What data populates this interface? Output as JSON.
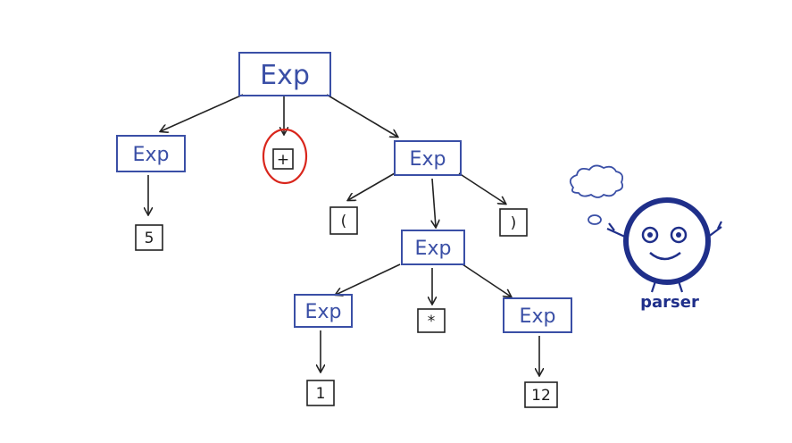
{
  "tree": {
    "nonterminal_label": "Exp",
    "tokens": {
      "five": "5",
      "plus": "+",
      "lparen": "(",
      "rparen": ")",
      "star": "*",
      "one": "1",
      "twelve": "12"
    }
  },
  "mascot": {
    "label": "parser",
    "icon": "happy-face-icon"
  },
  "colors": {
    "nonterminal": "#3a4fa6",
    "token_box": "#222222",
    "arrow": "#222222",
    "highlight_circle": "#d9261c",
    "mascot": "#1f2f8a",
    "cloud": "#3a4fa6"
  }
}
